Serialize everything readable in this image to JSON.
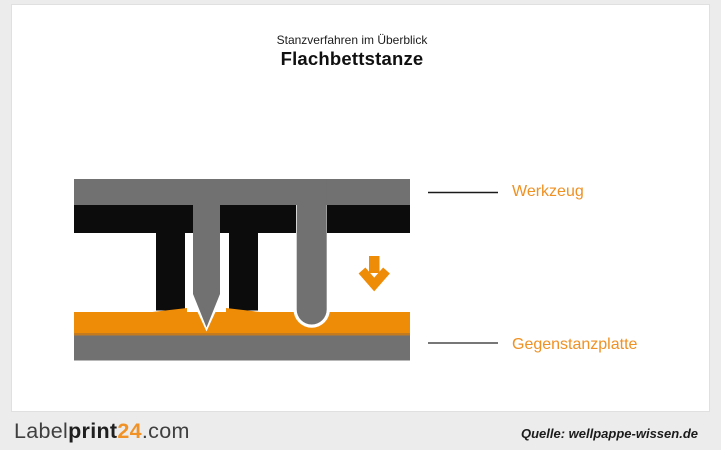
{
  "header": {
    "subtitle": "Stanzverfahren im Überblick",
    "title": "Flachbettstanze"
  },
  "diagram": {
    "labels": {
      "tool": "Werkzeug",
      "counter_plate": "Gegenstanzplatte"
    },
    "icons": [
      "arrow-down-icon"
    ],
    "parts": [
      "tool-top-plate",
      "rubber-ejection-blocks",
      "cutting-blade",
      "creasing-blade",
      "orange-layer",
      "counter-plate"
    ]
  },
  "footer": {
    "logo": {
      "part1": "Label",
      "part2": "print",
      "part3": "24",
      "part4": ".com"
    },
    "source": "Quelle: wellpappe-wissen.de"
  },
  "colors": {
    "orange": "#ef8c07",
    "orange_dark_edge": "#c47a1e",
    "label_orange": "#ef9123",
    "plate_gray": "#717171",
    "black": "#0c0c0c",
    "pointer_line_top": "#1a1a1a",
    "pointer_line_bottom": "#4a4a4a",
    "logo_orange": "#f19226",
    "page_margin_gray": "#ececec"
  }
}
